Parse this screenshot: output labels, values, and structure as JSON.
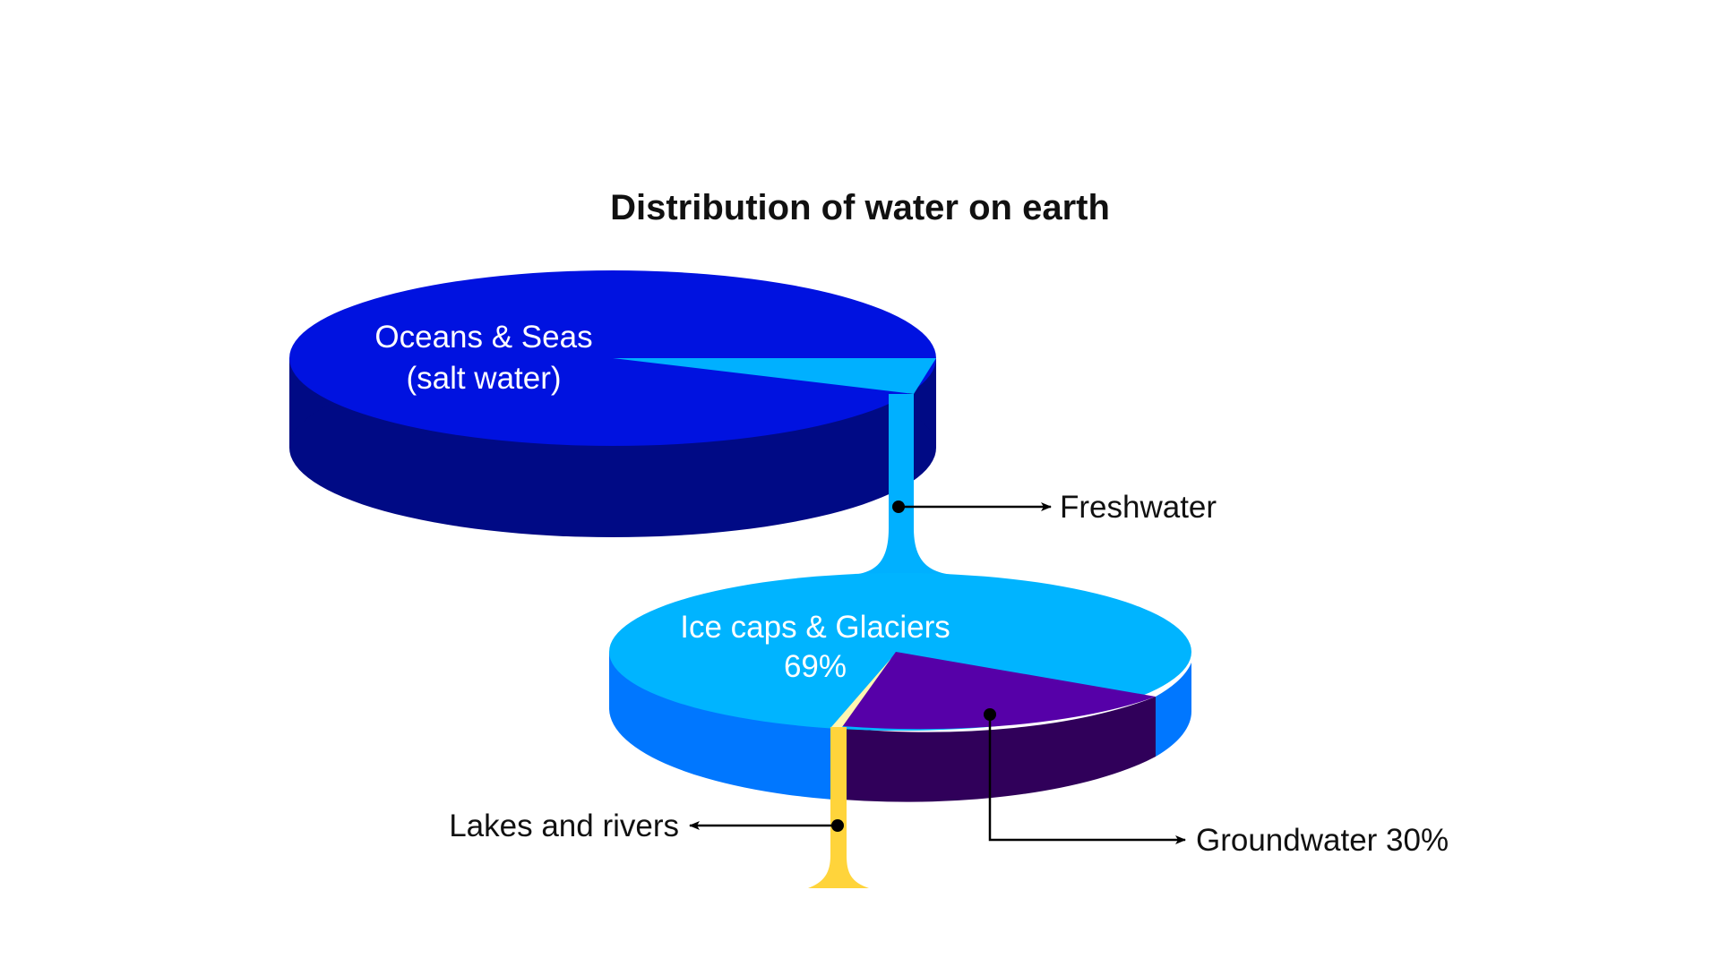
{
  "chart_data": {
    "type": "pie",
    "title": "Distribution of water on earth",
    "pies": [
      {
        "slices": [
          {
            "label_line1": "Oceans & Seas",
            "label_line2": "(salt water)",
            "value": 97.5,
            "color": "#0012e0",
            "side_color": "#000a85"
          },
          {
            "label": "Freshwater",
            "value": 2.5,
            "color": "#00b0ff"
          }
        ]
      },
      {
        "slices": [
          {
            "label_line1": "Ice caps & Glaciers",
            "label_line2": "69%",
            "value": 69,
            "color": "#00b4ff",
            "side_color": "#0077ff"
          },
          {
            "label": "Groundwater 30%",
            "value": 30,
            "color": "#5600a8",
            "side_color": "#30005a"
          },
          {
            "label": "Lakes and rivers",
            "value": 1,
            "color": "#ffd43b",
            "top_color": "#fff6b0"
          }
        ]
      }
    ]
  }
}
